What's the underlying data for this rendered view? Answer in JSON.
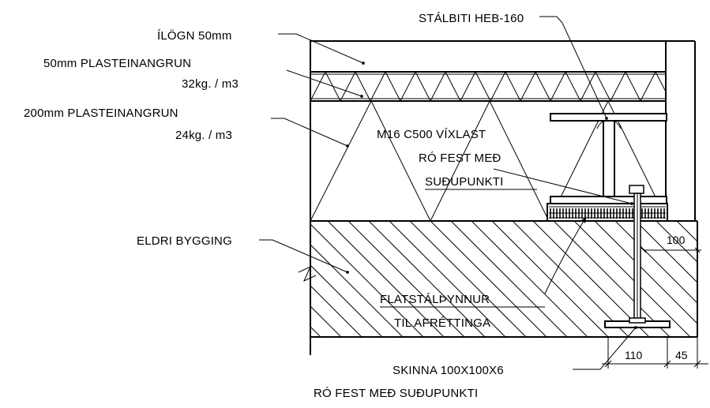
{
  "labels": {
    "ilogn": "ÍLÖGN 50mm",
    "plast50_line1": "50mm PLASTEINANGRUN",
    "plast50_line2": "32kg. / m3",
    "plast200_line1": "200mm PLASTEINANGRUN",
    "plast200_line2": "24kg. / m3",
    "stalbiti": "STÁLBITI HEB-160",
    "m16_line1": "M16 C500 VÍXLAST",
    "m16_line2": "RÓ FEST MEÐ",
    "m16_line3": "SUÐUPUNKTI",
    "eldri": "ELDRI BYGGING",
    "flatstal_line1": "FLATSTÁLÞYNNUR",
    "flatstal_line2": "TIL AFRÉTTINGA",
    "skinna_line1": "SKINNA 100X100X6",
    "skinna_line2": "RÓ FEST MEÐ SUÐUPUNKTI"
  },
  "dimensions": {
    "d100": "100",
    "d110": "110",
    "d45": "45"
  }
}
